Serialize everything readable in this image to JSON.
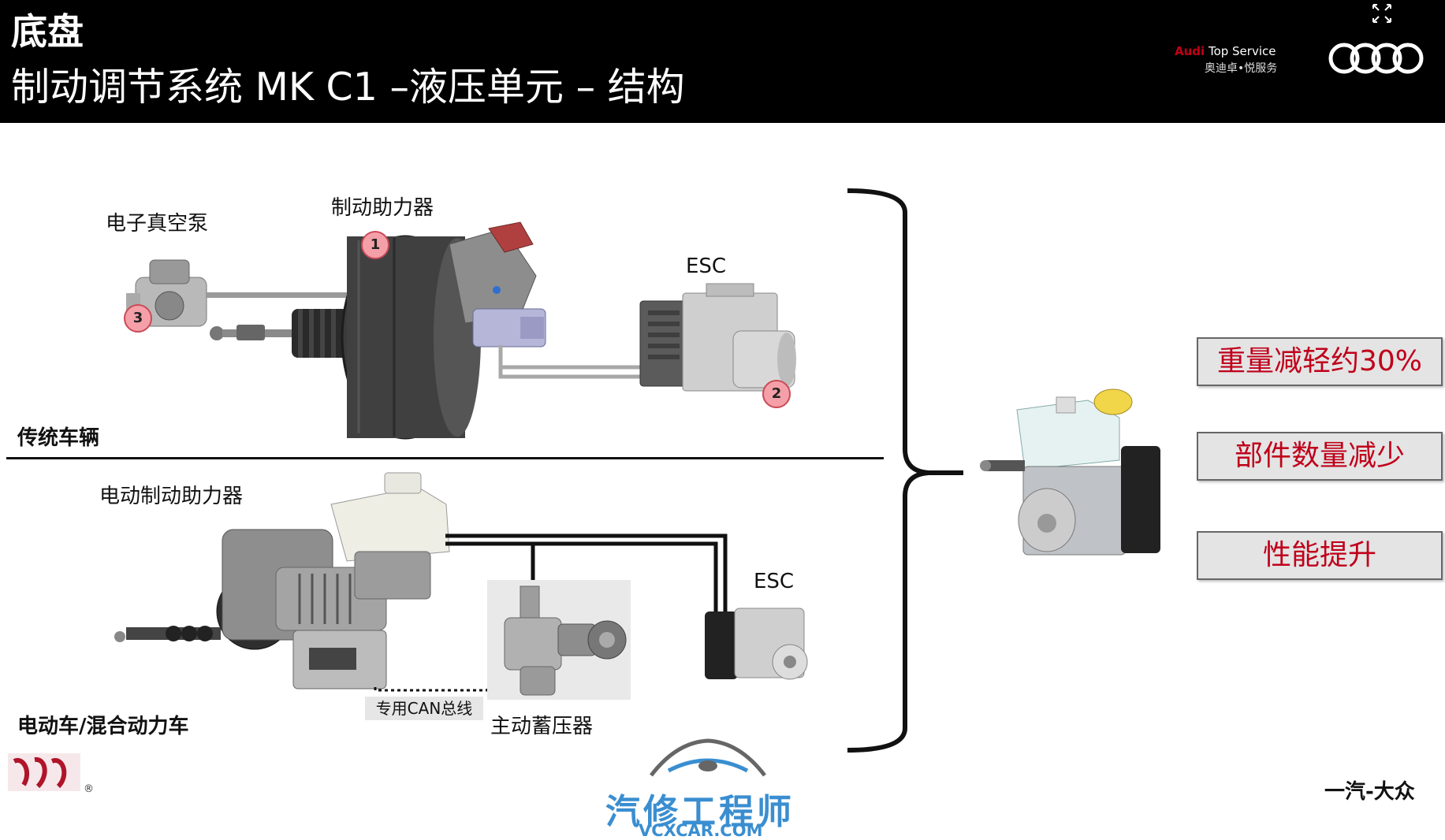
{
  "header": {
    "category": "底盘",
    "title": "制动调节系统 MK C1 –液压单元 – 结构",
    "service_brand": "Audi",
    "service_text": "Top Service",
    "service_cn": "奥迪卓•悦服务"
  },
  "top_section": {
    "label": "传统车辆",
    "pump_label": "电子真空泵",
    "booster_label": "制动助力器",
    "esc_label": "ESC",
    "callouts": [
      "1",
      "2",
      "3"
    ]
  },
  "bottom_section": {
    "label": "电动车/混合动力车",
    "ebooster_label": "电动制动助力器",
    "esc_label": "ESC",
    "accumulator_label": "主动蓄压器",
    "can_label": "专用CAN总线"
  },
  "benefits": [
    "重量减轻约30%",
    "部件数量减少",
    "性能提升"
  ],
  "footer": {
    "watermark_cn": "汽修工程师",
    "watermark_en": "VCXCAR.COM",
    "faw_brand": "一汽-大众",
    "registered": "®"
  },
  "colors": {
    "header_bg": "#000000",
    "accent_red": "#c0001a",
    "callout_pink": "#f5a0a8",
    "watermark_blue": "#3a8ed0"
  },
  "icons": [
    "expand-icon",
    "audi-rings-logo",
    "car-logo-icon"
  ]
}
